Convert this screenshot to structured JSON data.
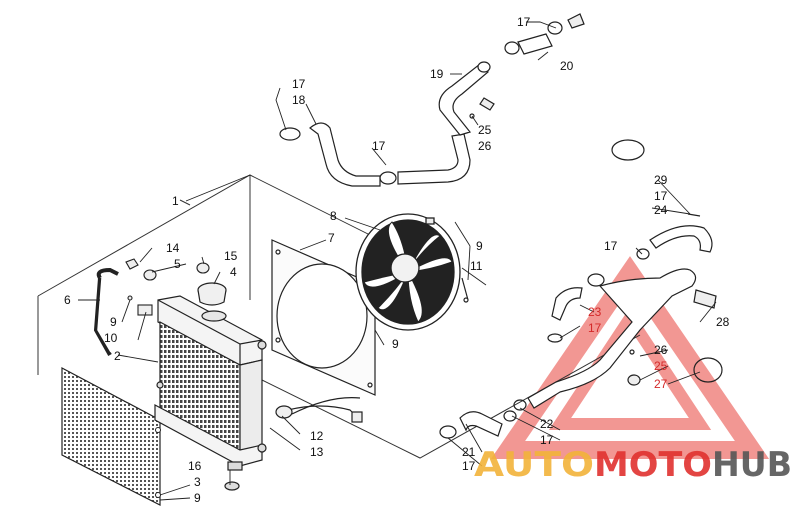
{
  "diagram": {
    "callouts": [
      {
        "id": "1",
        "text": "1"
      },
      {
        "id": "2",
        "text": "2"
      },
      {
        "id": "3",
        "text": "3"
      },
      {
        "id": "4",
        "text": "4"
      },
      {
        "id": "5",
        "text": "5"
      },
      {
        "id": "6",
        "text": "6"
      },
      {
        "id": "7",
        "text": "7"
      },
      {
        "id": "8",
        "text": "8"
      },
      {
        "id": "9a",
        "text": "9"
      },
      {
        "id": "9b",
        "text": "9"
      },
      {
        "id": "9c",
        "text": "9"
      },
      {
        "id": "9d",
        "text": "9"
      },
      {
        "id": "10",
        "text": "10"
      },
      {
        "id": "11",
        "text": "11"
      },
      {
        "id": "12",
        "text": "12"
      },
      {
        "id": "13",
        "text": "13"
      },
      {
        "id": "14",
        "text": "14"
      },
      {
        "id": "15",
        "text": "15"
      },
      {
        "id": "16",
        "text": "16"
      },
      {
        "id": "17a",
        "text": "17"
      },
      {
        "id": "17b",
        "text": "17"
      },
      {
        "id": "17c",
        "text": "17"
      },
      {
        "id": "17d",
        "text": "17"
      },
      {
        "id": "17e",
        "text": "17"
      },
      {
        "id": "17f",
        "text": "17"
      },
      {
        "id": "17g",
        "text": "17"
      },
      {
        "id": "17h",
        "text": "17"
      },
      {
        "id": "18",
        "text": "18"
      },
      {
        "id": "19",
        "text": "19"
      },
      {
        "id": "20",
        "text": "20"
      },
      {
        "id": "21",
        "text": "21"
      },
      {
        "id": "22",
        "text": "22"
      },
      {
        "id": "23",
        "text": "23"
      },
      {
        "id": "24",
        "text": "24"
      },
      {
        "id": "25a",
        "text": "25"
      },
      {
        "id": "25b",
        "text": "25"
      },
      {
        "id": "26a",
        "text": "26"
      },
      {
        "id": "26b",
        "text": "26"
      },
      {
        "id": "27",
        "text": "27"
      },
      {
        "id": "28",
        "text": "28"
      },
      {
        "id": "29",
        "text": "29"
      }
    ]
  },
  "watermark": {
    "part1": "AUTO",
    "part2": "MOTO",
    "part3": "HUB",
    "color_orange": "#f2b23a",
    "color_red": "#e0312f",
    "color_dark": "#555555"
  }
}
